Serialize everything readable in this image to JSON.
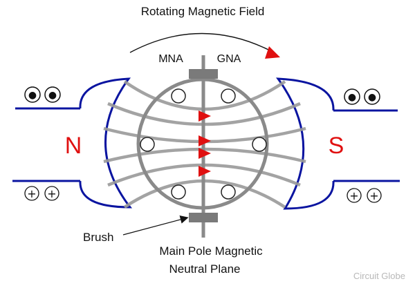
{
  "title": "Rotating Magnetic Field",
  "axis_labels": {
    "left": "MNA",
    "right": "GNA"
  },
  "poles": {
    "north": "N",
    "south": "S"
  },
  "current_symbols": {
    "dot": "●",
    "cross": "+"
  },
  "callouts": {
    "brush": "Brush"
  },
  "bottom_caption": {
    "line1": "Main Pole Magnetic",
    "line2": "Neutral Plane"
  },
  "watermark": "Circuit Globe",
  "colors": {
    "pole": "#0a14a0",
    "pole_label": "#e01010",
    "arrow": "#e01010",
    "flux": "#9a9a9a",
    "armature": "#8a8a8a",
    "brush": "#7a7a7a"
  }
}
